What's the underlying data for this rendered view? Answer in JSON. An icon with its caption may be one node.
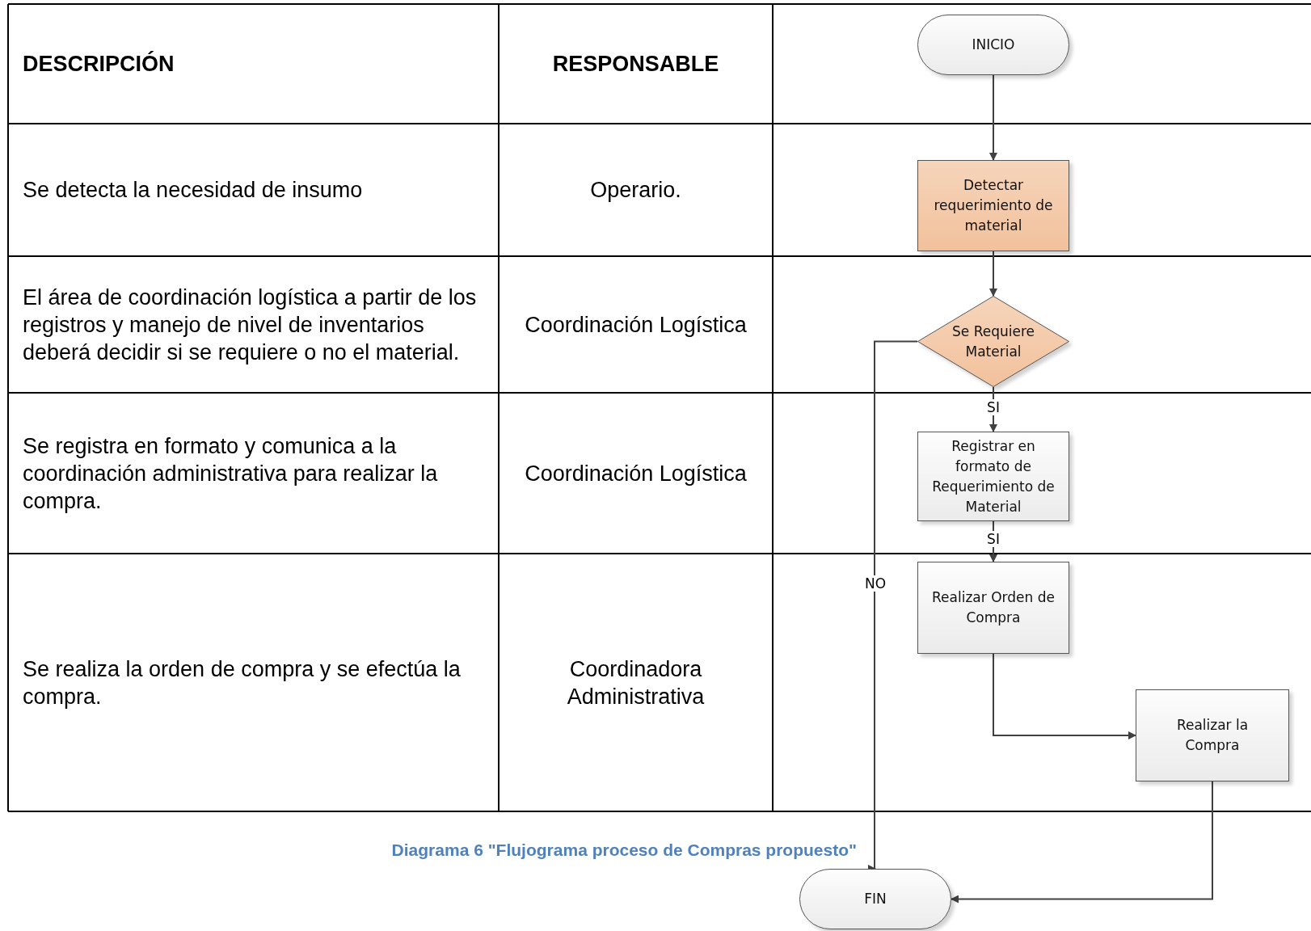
{
  "diagram": {
    "caption": "Diagrama 6 \"Flujograma proceso de Compras propuesto\"",
    "nodes": [
      {
        "text": [
          "INICIO"
        ]
      },
      {
        "text": [
          "Detectar requerimiento de material"
        ]
      },
      {
        "text": [
          "Se Requiere Material"
        ]
      },
      {
        "text": [
          "Registrar en formato de Requerimiento de Material"
        ]
      },
      {
        "text": [
          "Realizar Orden de Compra"
        ]
      },
      {
        "text": [
          "Realizar la Compra"
        ]
      },
      {
        "text": [
          "FIN"
        ]
      }
    ],
    "edges": [
      {
        "from": 0,
        "to": 1,
        "arrow": "to"
      },
      {
        "from": 1,
        "to": 2,
        "arrow": "to"
      },
      {
        "from": 2,
        "to": 3,
        "arrow": "to",
        "label": "SI"
      },
      {
        "from": 3,
        "to": 4,
        "arrow": "to",
        "label": "SI"
      },
      {
        "from": 2,
        "to": 6,
        "arrow": "to",
        "label": "NO"
      },
      {
        "from": 4,
        "to": 5,
        "arrow": "to"
      },
      {
        "from": 5,
        "to": 6,
        "arrow": "to"
      }
    ],
    "labels": [
      "DESCRIPCIÓN",
      "RESPONSABLE",
      "Se detecta la necesidad de insumo",
      "Operario.",
      "El área de coordinación logística a partir de los registros y manejo de nivel de inventarios deberá decidir si se requiere o no el material.",
      "Coordinación Logística",
      "Se registra en formato y comunica a la coordinación administrativa para realizar la compra.",
      "Coordinación Logística",
      "Se realiza la orden de compra y se efectúa la compra.",
      "Coordinadora Administrativa"
    ]
  }
}
